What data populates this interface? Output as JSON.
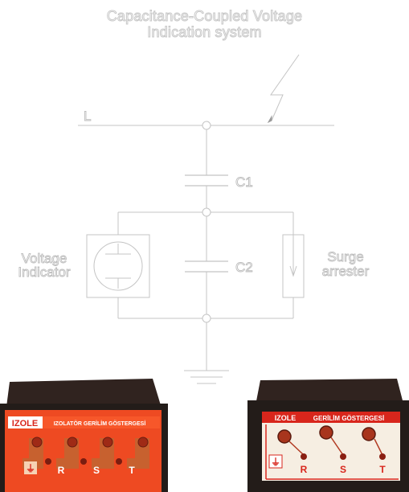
{
  "title": {
    "line1": "Capacitance-Coupled Voltage",
    "line2": "Indication system"
  },
  "diagram": {
    "line_label": "L",
    "capacitor1_label": "C1",
    "capacitor2_label": "C2",
    "left_label_line1": "Voltage",
    "left_label_line2": "Indicator",
    "right_label_line1": "Surge",
    "right_label_line2": "arrester"
  },
  "device_left": {
    "brand": "IZOLE",
    "title": "IZOLATÖR GERİLİM GÖSTERGESİ",
    "ground_symbol": "⏚",
    "phases": [
      "R",
      "S",
      "T"
    ]
  },
  "device_right": {
    "brand": "IZOLE",
    "title": "GERİLİM GÖSTERGESİ",
    "ground_symbol": "⏚",
    "phases": [
      "R",
      "S",
      "T"
    ]
  },
  "colors": {
    "line": "#c4c4c4",
    "label_outline": "#bdbdbd",
    "housing": "#2a211e",
    "panel_left": "#ee4a22",
    "panel_right": "#f6eee2",
    "accent_red": "#d8261c",
    "terminal_shade": "#c7612f"
  }
}
